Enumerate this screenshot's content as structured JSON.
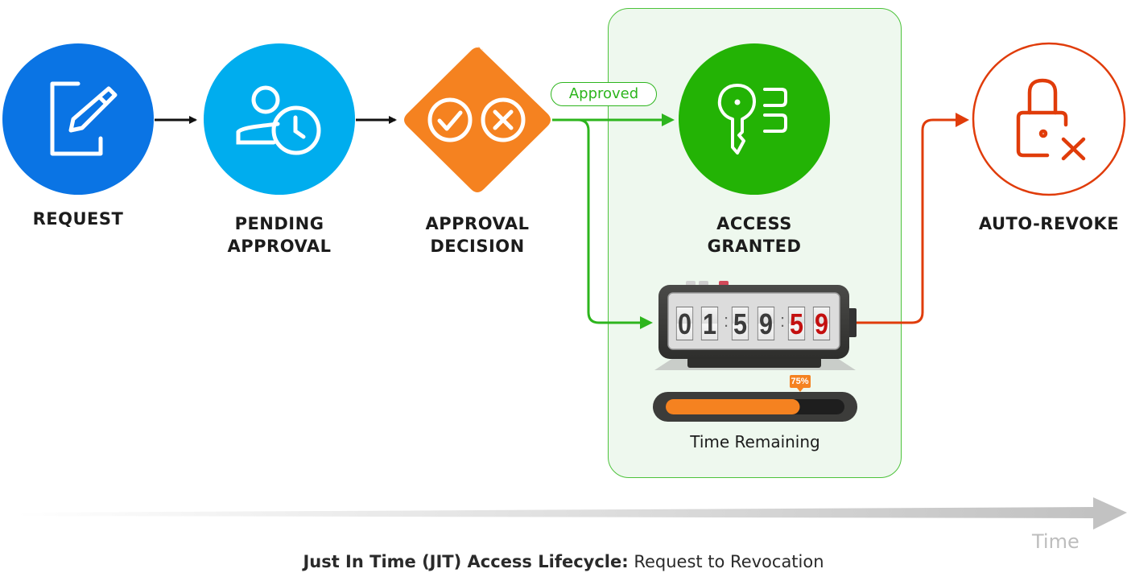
{
  "diagram": {
    "caption_bold": "Just In Time (JIT) Access Lifecycle:",
    "caption_rest": " Request to Revocation",
    "time_axis_label": "Time",
    "stages": [
      {
        "id": "request",
        "line1": "REQUEST",
        "line2": "",
        "icon": "edit-document-icon",
        "color": "#0a74e4"
      },
      {
        "id": "pending",
        "line1": "PENDING",
        "line2": "APPROVAL",
        "icon": "user-clock-icon",
        "color": "#00adee"
      },
      {
        "id": "decision",
        "line1": "APPROVAL",
        "line2": "DECISION",
        "icon": "check-x-icon",
        "color": "#f58220"
      },
      {
        "id": "granted",
        "line1": "ACCESS",
        "line2": "GRANTED",
        "icon": "key-icon",
        "color": "#23b305"
      },
      {
        "id": "revoke",
        "line1": "AUTO-REVOKE",
        "line2": "",
        "icon": "lock-x-icon",
        "color": "#e03c0a"
      }
    ],
    "edge_label_approved": "Approved",
    "timer": {
      "digits": [
        "0",
        "1",
        "5",
        "9",
        "5",
        "9"
      ],
      "display": "01:59:59",
      "progress_percent": 75,
      "progress_label": "75%",
      "caption": "Time Remaining"
    },
    "colors": {
      "flow_arrow": "#111111",
      "approved_arrow": "#2db51d",
      "revoke_arrow": "#e03c0a",
      "panel_fill": "#eef8ee",
      "panel_border": "#4cc23a",
      "progress_fill": "#f58220",
      "progress_track": "#1e1e1e"
    }
  }
}
